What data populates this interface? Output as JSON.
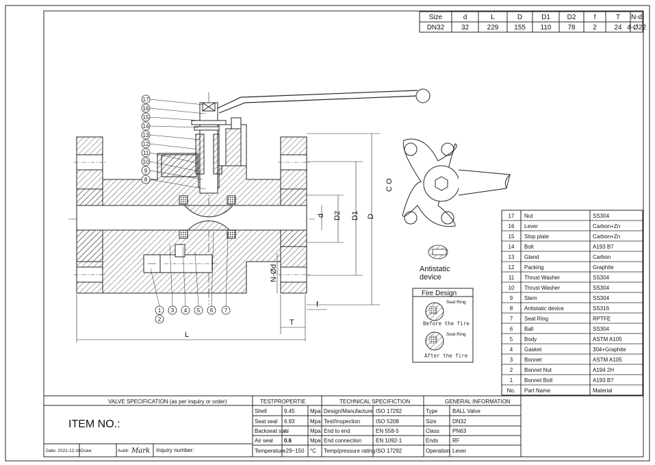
{
  "size_table": {
    "headers": [
      "Size",
      "d",
      "L",
      "D",
      "D1",
      "D2",
      "f",
      "T",
      "N-d"
    ],
    "values": [
      "DN32",
      "32",
      "229",
      "155",
      "110",
      "78",
      "2",
      "24",
      "4-Ø22"
    ]
  },
  "balloons": [
    "17",
    "16",
    "15",
    "14",
    "13",
    "12",
    "11",
    "10",
    "9",
    "8"
  ],
  "bottom_balloons": [
    "1",
    "3",
    "4",
    "5",
    "6",
    "7"
  ],
  "balloon_2": "2",
  "dimension_labels": {
    "d": "d",
    "D2": "D2",
    "D1": "D1",
    "D": "D",
    "Nd": "N-Ød",
    "f": "f",
    "T": "T",
    "L": "L",
    "CO": "C O"
  },
  "antistatic": {
    "line1": "Antistatic",
    "line2": "device"
  },
  "fire_design": {
    "title": "Fire Design",
    "seat_ring": "Seat Ring",
    "before": "Before the fire",
    "after": "After the fire"
  },
  "parts": [
    {
      "no": "17",
      "name": "Nut",
      "material": "SS304"
    },
    {
      "no": "16",
      "name": "Lever",
      "material": "Carbon+Zn"
    },
    {
      "no": "15",
      "name": "Stop plate",
      "material": "Carbon+Zn"
    },
    {
      "no": "14",
      "name": "Bolt",
      "material": "A193 B7"
    },
    {
      "no": "13",
      "name": "Gland",
      "material": "Carbon"
    },
    {
      "no": "12",
      "name": "Packing",
      "material": "Graphite"
    },
    {
      "no": "11",
      "name": "Thrust Washer",
      "material": "SS304"
    },
    {
      "no": "10",
      "name": "Thrust Washer",
      "material": "SS304"
    },
    {
      "no": "9",
      "name": "Stem",
      "material": "SS304"
    },
    {
      "no": "8",
      "name": "Antistatic device",
      "material": "SS316"
    },
    {
      "no": "7",
      "name": "Seat Ring",
      "material": "RPTFE"
    },
    {
      "no": "6",
      "name": "Ball",
      "material": "SS304"
    },
    {
      "no": "5",
      "name": "Body",
      "material": "ASTM A105"
    },
    {
      "no": "4",
      "name": "Gasket",
      "material": "304+Graphite"
    },
    {
      "no": "3",
      "name": "Bonnet",
      "material": "ASTM A105"
    },
    {
      "no": "2",
      "name": "Bonnet Nut",
      "material": "A194 2H"
    },
    {
      "no": "1",
      "name": "Bonnet Bolt",
      "material": "A193 B7"
    }
  ],
  "parts_header": {
    "no": "No.",
    "name": "Part Name",
    "material": "Material"
  },
  "spec": {
    "valve_spec_title": "VALVE SPECIFICATION (as per inquiry or order)",
    "item_no": "ITEM NO.:",
    "date": "Date: 2021-12-10",
    "draw": "Draw:",
    "audit": "Audit:",
    "signature": "Mark",
    "inquiry": "Inquiry number:"
  },
  "test": {
    "title": "TESTPROPERTIE",
    "rows": [
      {
        "name": "Shell",
        "value": "9.45",
        "unit": "Mpa"
      },
      {
        "name": "Seat seal",
        "value": "6.93",
        "unit": "Mpa"
      },
      {
        "name": "Backseat seal",
        "value": "/",
        "unit": "Mpa"
      },
      {
        "name": "Air seal",
        "value": "0.6",
        "unit": "Mpa"
      },
      {
        "name": "Temperature",
        "value": "-29~150",
        "unit": "°C"
      }
    ]
  },
  "technical": {
    "title": "TECHNICAL SPECIFICTION",
    "rows": [
      {
        "name": "Design/Manufacture",
        "value": "ISO 17292"
      },
      {
        "name": "Test/Inspection",
        "value": "ISO 5208"
      },
      {
        "name": "End to end",
        "value": "EN 558-5"
      },
      {
        "name": "End connection",
        "value": "EN 1092-1"
      },
      {
        "name": "Temp/pressure rating",
        "value": "ISO 17292"
      }
    ]
  },
  "general": {
    "title": "GENERAL INFORMATION",
    "rows": [
      {
        "name": "Type",
        "value": "BALL Valve"
      },
      {
        "name": "Size",
        "value": "DN32"
      },
      {
        "name": "Class",
        "value": "PN63"
      },
      {
        "name": "Ends",
        "value": "RF"
      },
      {
        "name": "Operation",
        "value": "Lever"
      }
    ]
  }
}
